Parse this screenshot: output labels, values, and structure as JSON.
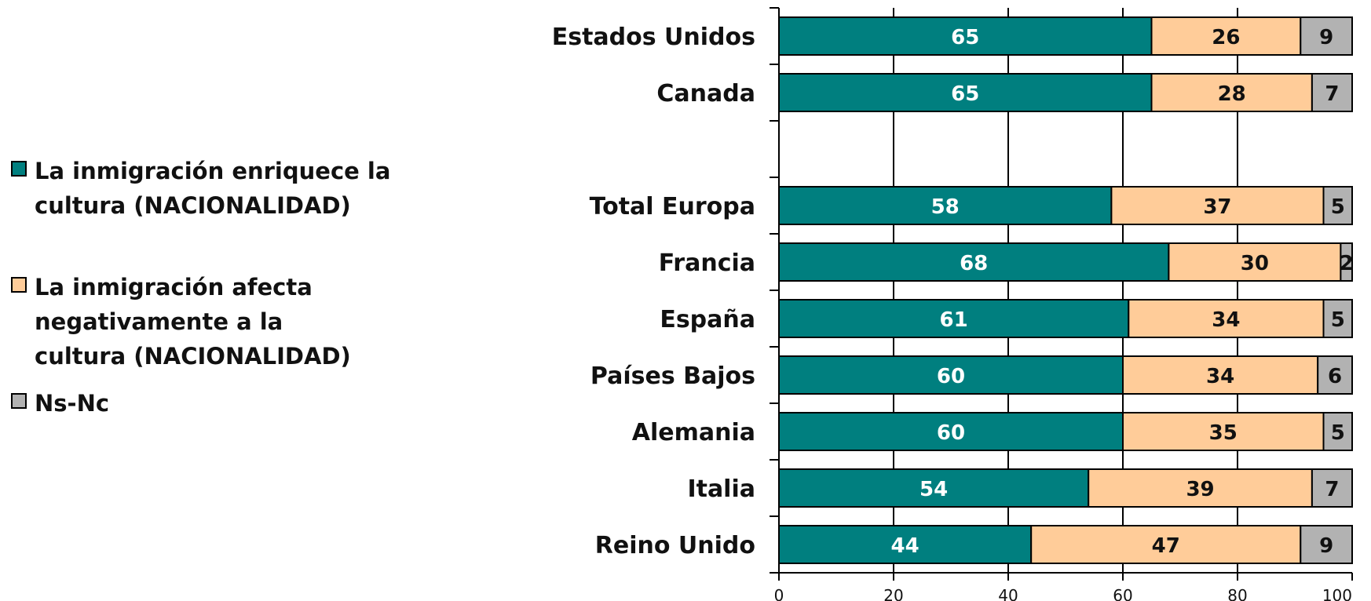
{
  "chart_data": {
    "type": "bar",
    "orientation": "horizontal",
    "stacked": true,
    "categories": [
      "Estados Unidos",
      "Canada",
      "",
      "Total Europa",
      "Francia",
      "España",
      "Países Bajos",
      "Alemania",
      "Italia",
      "Reino Unido"
    ],
    "series": [
      {
        "name": "La inmigración enriquece la cultura (NACIONALIDAD)",
        "color": "#007f7f",
        "label_color": "#ffffff",
        "values": [
          65,
          65,
          null,
          58,
          68,
          61,
          60,
          60,
          54,
          44
        ]
      },
      {
        "name": "La inmigración afecta negativamente a la cultura (NACIONALIDAD)",
        "color": "#ffcc99",
        "label_color": "#111111",
        "values": [
          26,
          28,
          null,
          37,
          30,
          34,
          34,
          35,
          39,
          47
        ]
      },
      {
        "name": "Ns-Nc",
        "color": "#b2b2b2",
        "label_color": "#111111",
        "values": [
          9,
          7,
          null,
          5,
          2,
          5,
          6,
          5,
          7,
          9
        ]
      }
    ],
    "xlim": [
      0,
      100
    ],
    "xticks": [
      0,
      20,
      40,
      60,
      80,
      100
    ],
    "grid": true,
    "legend": "left"
  }
}
